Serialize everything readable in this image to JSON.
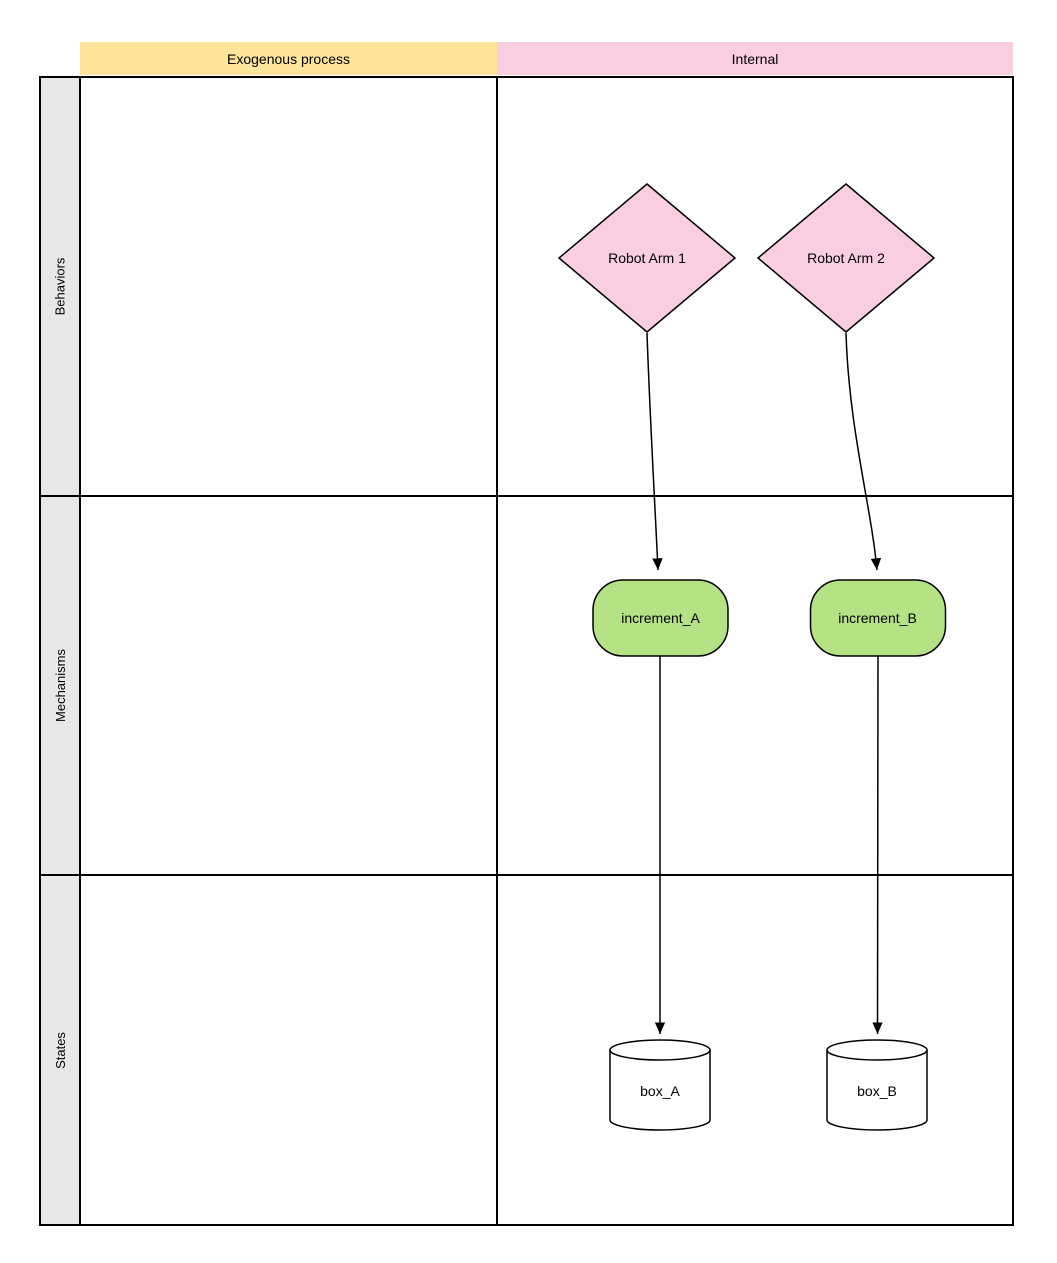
{
  "diagram": {
    "column_headers": [
      {
        "label": "Exogenous process",
        "fill": "#FFE59A"
      },
      {
        "label": "Internal",
        "fill": "#F8CEE0"
      }
    ],
    "row_labels": [
      {
        "label": "Behaviors"
      },
      {
        "label": "Mechanisms"
      },
      {
        "label": "States"
      }
    ],
    "nodes": [
      {
        "id": "robot_arm_1",
        "label": "Robot Arm 1",
        "shape": "diamond",
        "fill": "#F8CEE0",
        "row": "Behaviors",
        "column": "Internal"
      },
      {
        "id": "robot_arm_2",
        "label": "Robot Arm 2",
        "shape": "diamond",
        "fill": "#F8CEE0",
        "row": "Behaviors",
        "column": "Internal"
      },
      {
        "id": "increment_A",
        "label": "increment_A",
        "shape": "rounded-rectangle",
        "fill": "#B5E284",
        "row": "Mechanisms",
        "column": "Internal"
      },
      {
        "id": "increment_B",
        "label": "increment_B",
        "shape": "rounded-rectangle",
        "fill": "#B5E284",
        "row": "Mechanisms",
        "column": "Internal"
      },
      {
        "id": "box_A",
        "label": "box_A",
        "shape": "cylinder",
        "fill": "#FFFFFF",
        "row": "States",
        "column": "Internal"
      },
      {
        "id": "box_B",
        "label": "box_B",
        "shape": "cylinder",
        "fill": "#FFFFFF",
        "row": "States",
        "column": "Internal"
      }
    ],
    "edges": [
      {
        "from": "robot_arm_1",
        "to": "increment_A"
      },
      {
        "from": "robot_arm_2",
        "to": "increment_B"
      },
      {
        "from": "increment_A",
        "to": "box_A"
      },
      {
        "from": "increment_B",
        "to": "box_B"
      }
    ],
    "colors": {
      "header_yellow": "#FFE59A",
      "header_pink": "#F8CEE0",
      "node_pink": "#F8CEE0",
      "node_green": "#B5E284",
      "lane_label_gray": "#E8E8E8",
      "cell_white": "#FFFFFF",
      "border": "#000000"
    }
  }
}
